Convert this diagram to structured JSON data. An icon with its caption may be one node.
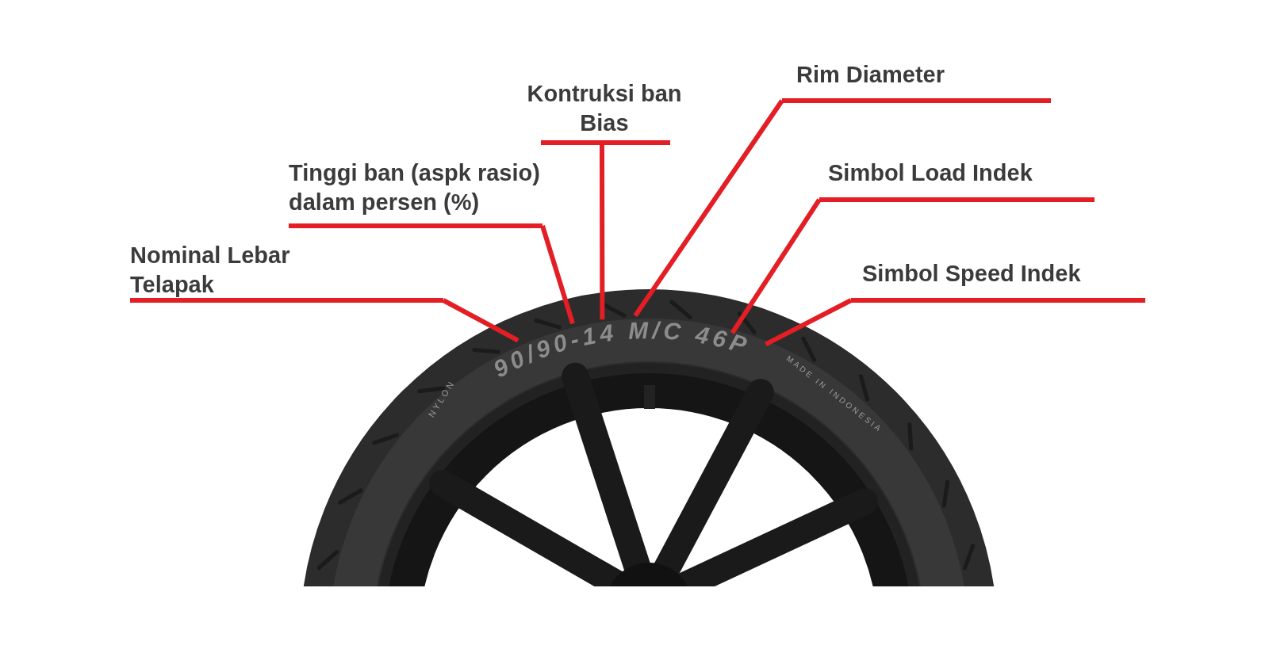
{
  "diagram": {
    "nodes": [
      {
        "text": [
          "Nominal Lebar Telapak"
        ]
      },
      {
        "text": [
          "Tinggi ban (aspk rasio) dalam persen (%)"
        ]
      },
      {
        "text": [
          "Kontruksi ban Bias"
        ]
      },
      {
        "text": [
          "Rim Diameter"
        ]
      },
      {
        "text": [
          "Simbol Load Indek"
        ]
      },
      {
        "text": [
          "Simbol Speed Indek"
        ]
      },
      {
        "text": [
          "90/90-14 M/C 46P"
        ]
      }
    ],
    "edges": [
      {
        "from": 0,
        "to": 6,
        "arrow": "none"
      },
      {
        "from": 1,
        "to": 6,
        "arrow": "none"
      },
      {
        "from": 2,
        "to": 6,
        "arrow": "none"
      },
      {
        "from": 3,
        "to": 6,
        "arrow": "none"
      },
      {
        "from": 4,
        "to": 6,
        "arrow": "none"
      },
      {
        "from": 5,
        "to": 6,
        "arrow": "none"
      }
    ],
    "labels": [
      "NYLON",
      "MADE IN INDONESIA"
    ]
  }
}
